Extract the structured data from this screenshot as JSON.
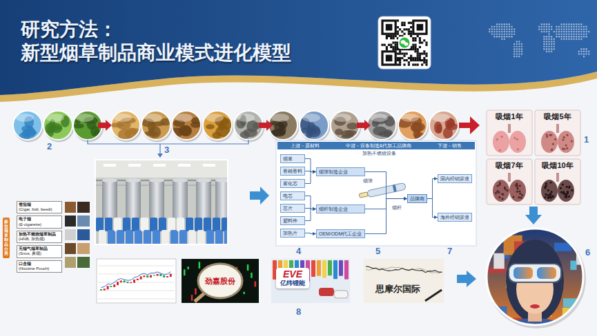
{
  "diagram": {
    "title": "研究方法： 新型烟草制品商业模式进化模型",
    "nodes": [
      {
        "text": [
          "吸烟1年"
        ]
      },
      {
        "text": [
          "吸烟5年"
        ]
      },
      {
        "text": [
          "吸烟7年"
        ]
      },
      {
        "text": [
          "吸烟10年"
        ]
      },
      {
        "text": [
          "上游－原材料",
          "中游－设备制造&代加工品牌商",
          "下游－销售"
        ]
      },
      {
        "text": [
          "烟草"
        ]
      },
      {
        "text": [
          "香精香料"
        ]
      },
      {
        "text": [
          "雾化芯"
        ]
      },
      {
        "text": [
          "电芯"
        ]
      },
      {
        "text": [
          "芯片"
        ]
      },
      {
        "text": [
          "塑料件"
        ]
      },
      {
        "text": [
          "加热片"
        ]
      },
      {
        "text": [
          "烟弹制造企业"
        ]
      },
      {
        "text": [
          "烟杆制造企业"
        ]
      },
      {
        "text": [
          "OEM/ODM代工企业"
        ]
      },
      {
        "text": [
          "品牌商"
        ]
      },
      {
        "text": [
          "国内经销渠道"
        ]
      },
      {
        "text": [
          "海外经销渠道"
        ]
      },
      {
        "text": [
          "新型烟草制品分类"
        ]
      },
      {
        "text": [
          "雪茄烟",
          "(Cigar, bidi, beedi)"
        ]
      },
      {
        "text": [
          "电子烟",
          "(E-cigarette)"
        ]
      },
      {
        "text": [
          "加热不燃烧烟草制品",
          "(HNB, 加热烟)"
        ]
      },
      {
        "text": [
          "无烟气烟草制品",
          "(Snus, 鼻烟)"
        ]
      },
      {
        "text": [
          "口含烟",
          "(Nicotine Pouch)"
        ]
      },
      {
        "text": [
          "劲嘉股份"
        ]
      },
      {
        "text": [
          "EVE",
          "亿纬锂能"
        ]
      },
      {
        "text": [
          "思摩尔国际"
        ]
      }
    ],
    "edges": [
      {
        "from": 5,
        "to": 12,
        "arrow": "to"
      },
      {
        "from": 6,
        "to": 12,
        "arrow": "to"
      },
      {
        "from": 7,
        "to": 12,
        "arrow": "to"
      },
      {
        "from": 8,
        "to": 13,
        "arrow": "to"
      },
      {
        "from": 9,
        "to": 13,
        "arrow": "to"
      },
      {
        "from": 10,
        "to": 13,
        "arrow": "to"
      },
      {
        "from": 11,
        "to": 14,
        "arrow": "to"
      },
      {
        "from": 12,
        "to": 15,
        "arrow": "to"
      },
      {
        "from": 13,
        "to": 15,
        "arrow": "to"
      },
      {
        "from": 14,
        "to": 15,
        "arrow": "to"
      },
      {
        "from": 15,
        "to": 16,
        "arrow": "to"
      },
      {
        "from": 15,
        "to": 17,
        "arrow": "to"
      }
    ],
    "labels": [
      "2",
      "3",
      "1",
      "加热不燃烧设备",
      "烟弹",
      "烟杆",
      "4",
      "5",
      "7",
      "6",
      "8"
    ]
  }
}
